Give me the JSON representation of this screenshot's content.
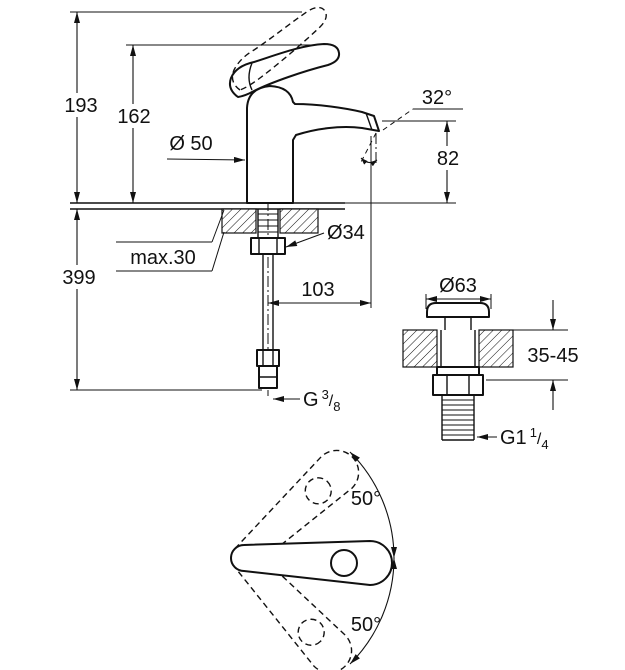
{
  "side": {
    "total_height": "193",
    "body_height": "162",
    "base_diameter": "Ø 50",
    "spout_angle": "32°",
    "outlet_height": "82",
    "hole_diameter": "Ø34",
    "deck_max": "max.30",
    "hose_length": "399",
    "projection": "103",
    "supply_thread": {
      "base": "G",
      "numerator": "3",
      "slash": "/",
      "denominator": "8"
    }
  },
  "drain": {
    "cap_diameter": "Ø63",
    "deck_thickness": "35-45",
    "thread": {
      "base": "G1",
      "numerator": "1",
      "slash": "/",
      "denominator": "4"
    }
  },
  "top_view": {
    "swing_up": "50°",
    "swing_down": "50°"
  }
}
